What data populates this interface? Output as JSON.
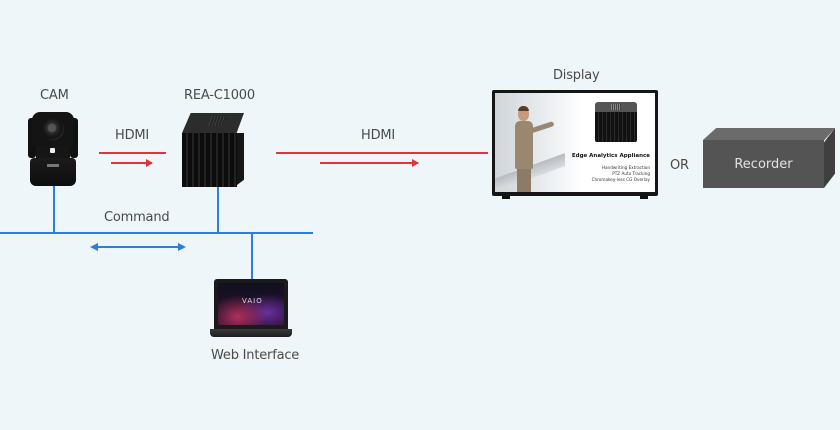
{
  "diagram": {
    "nodes": {
      "camera": {
        "label": "CAM",
        "icon": "ptz-camera-icon"
      },
      "appliance": {
        "label": "REA-C1000",
        "icon": "edge-appliance-icon"
      },
      "display": {
        "label": "Display",
        "icon": "display-monitor-icon",
        "screen": {
          "headline": "Edge Analytics Appliance",
          "features": [
            "Handwriting Extraction",
            "PTZ Auto Tracking",
            "Chromakey-less CG Overlay"
          ]
        }
      },
      "alternative": "OR",
      "recorder": {
        "label": "Recorder",
        "icon": "recorder-box-icon"
      },
      "web_interface": {
        "label": "Web Interface",
        "icon": "laptop-icon",
        "screen_logo": "VAIO"
      }
    },
    "connections": [
      {
        "from": "CAM",
        "to": "REA-C1000",
        "label": "HDMI",
        "color": "#e0343c",
        "direction": "right"
      },
      {
        "from": "REA-C1000",
        "to": "Display",
        "label": "HDMI",
        "color": "#e0343c",
        "direction": "right"
      },
      {
        "bus": "Command",
        "members": [
          "CAM",
          "REA-C1000",
          "Web Interface"
        ],
        "color": "#2a7de1",
        "direction": "bidirectional"
      }
    ],
    "colors": {
      "background": "#eef6f9",
      "hdmi_line": "#e0343c",
      "command_line": "#2a7de1",
      "recorder_fill": "#545454"
    }
  }
}
